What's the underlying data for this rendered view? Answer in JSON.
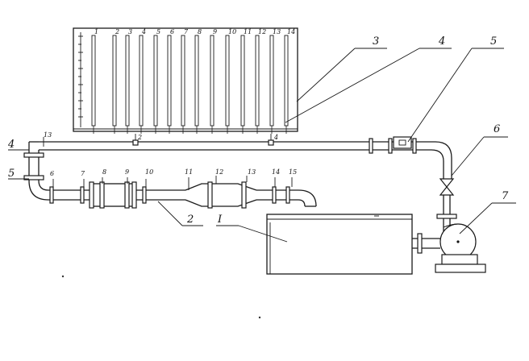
{
  "diagram": {
    "callouts": [
      "3",
      "4",
      "5",
      "6",
      "7",
      "2",
      "I"
    ],
    "left_labels": [
      "13",
      "4",
      "5"
    ],
    "upper_pipe_taps": [
      "2",
      "4"
    ],
    "lower_pipe_taps": [
      "6",
      "7",
      "8",
      "9",
      "10",
      "11",
      "12",
      "13",
      "14",
      "15"
    ],
    "panel_tube_numbers": [
      "1",
      "2",
      "3",
      "4",
      "5",
      "6",
      "7",
      "8",
      "9",
      "10",
      "11",
      "12",
      "13",
      "14"
    ]
  }
}
